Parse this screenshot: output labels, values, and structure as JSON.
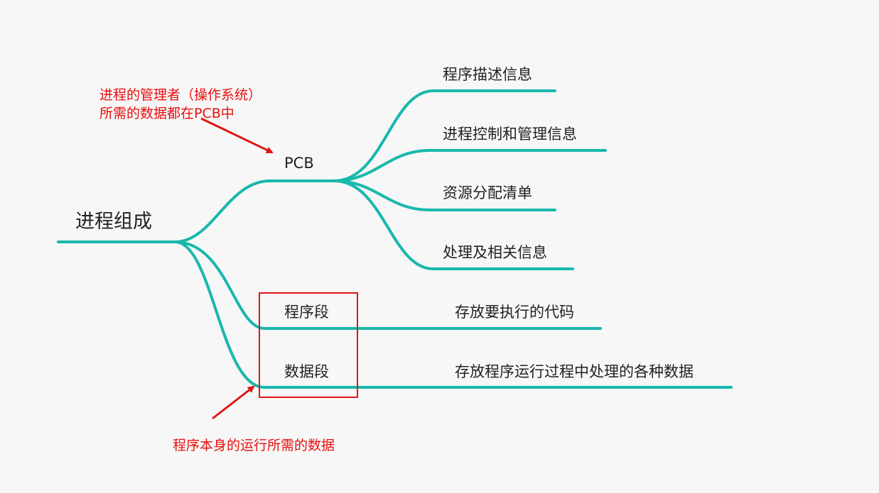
{
  "colors": {
    "branch": "#19b8ad",
    "annotation": "#e80e0e",
    "text": "#222222",
    "background": "#f7f7f7"
  },
  "root": {
    "label": "进程组成"
  },
  "pcb": {
    "label": "PCB",
    "children": [
      {
        "label": "程序描述信息"
      },
      {
        "label": "进程控制和管理信息"
      },
      {
        "label": "资源分配清单"
      },
      {
        "label": "处理及相关信息"
      }
    ]
  },
  "program_segment": {
    "label": "程序段",
    "detail": "存放要执行的代码"
  },
  "data_segment": {
    "label": "数据段",
    "detail": "存放程序运行过程中处理的各种数据"
  },
  "annotations": {
    "pcb_note": {
      "line1": "进程的管理者（操作系统）",
      "line2": "所需的数据都在PCB中"
    },
    "data_note": "程序本身的运行所需的数据"
  }
}
